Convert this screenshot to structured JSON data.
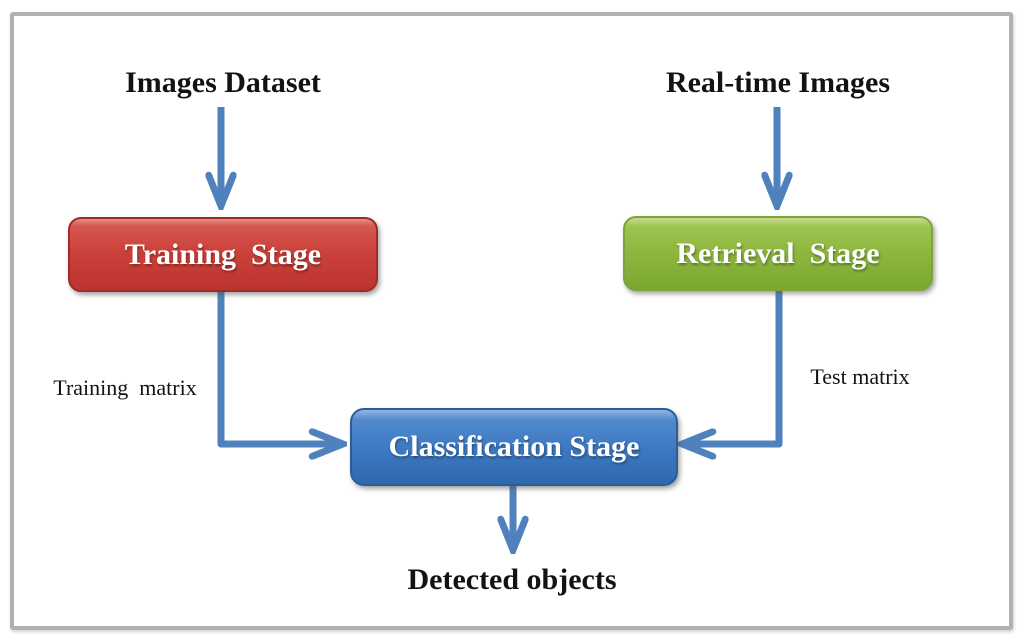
{
  "nodes": {
    "images_dataset": {
      "label": "Images Dataset"
    },
    "realtime_images": {
      "label": "Real-time Images"
    },
    "training_stage": {
      "label": "Training  Stage",
      "color": "#cc413b"
    },
    "retrieval_stage": {
      "label": "Retrieval  Stage",
      "color": "#8db63e"
    },
    "classification_stage": {
      "label": "Classification Stage",
      "color": "#3d7ac3"
    },
    "detected_objects": {
      "label": "Detected objects"
    }
  },
  "edge_labels": {
    "training_matrix": "Training  matrix",
    "test_matrix": "Test matrix"
  },
  "colors": {
    "arrow": "#4f81bd",
    "frame_border": "#b1b1b1",
    "text": "#131313",
    "box_text": "#ffffff",
    "training_box_border": "#9e2b28",
    "retrieval_box_border": "#7da33a",
    "classification_box_border": "#2c5d99"
  }
}
